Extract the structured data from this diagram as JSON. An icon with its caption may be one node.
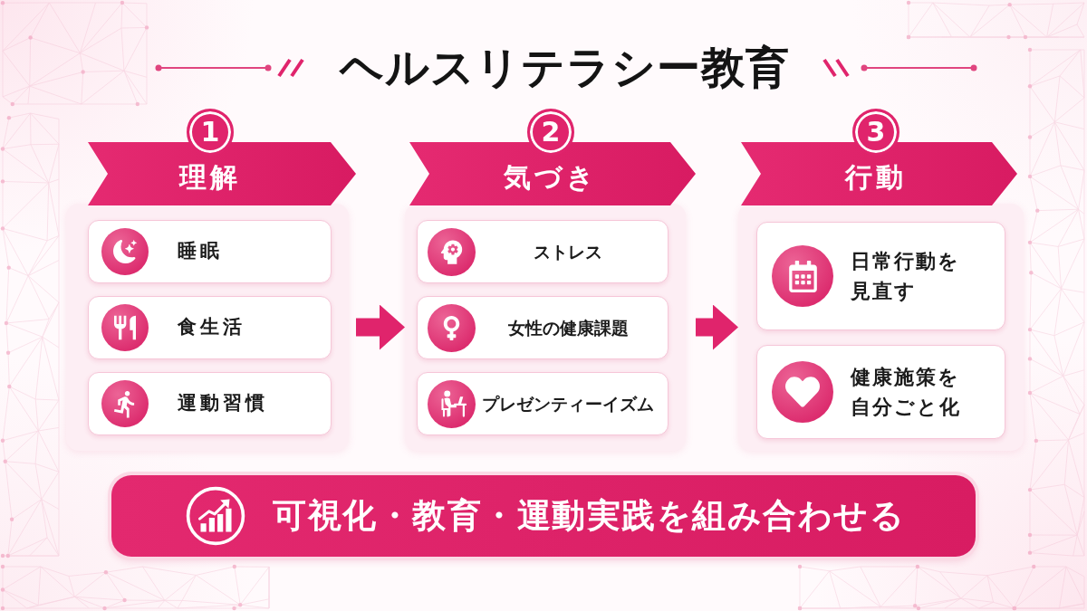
{
  "diagram": {
    "title": "ヘルスリテラシー教育",
    "nodes": [
      {
        "text": [
          "1",
          "理解"
        ]
      },
      {
        "text": [
          "睡眠"
        ],
        "in": 0
      },
      {
        "text": [
          "食生活"
        ],
        "in": 0
      },
      {
        "text": [
          "運動習慣"
        ],
        "in": 0
      },
      {
        "text": [
          "2",
          "気づき"
        ]
      },
      {
        "text": [
          "ストレス"
        ],
        "in": 4
      },
      {
        "text": [
          "女性の健康課題"
        ],
        "in": 4
      },
      {
        "text": [
          "プレゼンティーイズム"
        ],
        "in": 4
      },
      {
        "text": [
          "3",
          "行動"
        ]
      },
      {
        "text": [
          "日常行動を見直す"
        ],
        "in": 8
      },
      {
        "text": [
          "健康施策を自分ごと化"
        ],
        "in": 8
      },
      {
        "text": [
          "可視化・教育・運動実践を組み合わせる"
        ]
      }
    ],
    "edges": [
      {
        "from": 0,
        "to": 4,
        "arrow": "to"
      },
      {
        "from": 4,
        "to": 8,
        "arrow": "to"
      }
    ]
  }
}
